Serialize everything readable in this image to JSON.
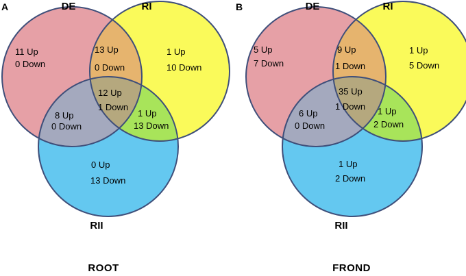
{
  "colors": {
    "circle_stroke": "#3f4f7a",
    "fill_de": "#e6a0a6",
    "fill_ri": "#fafa5a",
    "fill_rii": "#64c8f0"
  },
  "panels": [
    {
      "letter": "A",
      "caption": "ROOT",
      "sets": {
        "de": "DE",
        "ri": "RI",
        "rii": "RII"
      },
      "regions": {
        "de_only": {
          "up": "11 Up",
          "down": "0 Down"
        },
        "de_ri": {
          "up": "13 Up",
          "down": "0 Down"
        },
        "ri_only": {
          "up": "1 Up",
          "down": "10  Down"
        },
        "all": {
          "up": "12 Up",
          "down": "1 Down"
        },
        "de_rii": {
          "up": "8  Up",
          "down": "0  Down"
        },
        "ri_rii": {
          "up": "1  Up",
          "down": "13  Down"
        },
        "rii_only": {
          "up": "0  Up",
          "down": "13  Down"
        }
      }
    },
    {
      "letter": "B",
      "caption": "FROND",
      "sets": {
        "de": "DE",
        "ri": "RI",
        "rii": "RII"
      },
      "regions": {
        "de_only": {
          "up": "5 Up",
          "down": "7 Down"
        },
        "de_ri": {
          "up": "9 Up",
          "down": "1 Down"
        },
        "ri_only": {
          "up": "1  Up",
          "down": "5  Down"
        },
        "all": {
          "up": "35 Up",
          "down": "1 Down"
        },
        "de_rii": {
          "up": "6  Up",
          "down": "0  Down"
        },
        "ri_rii": {
          "up": "1  Up",
          "down": "2  Down"
        },
        "rii_only": {
          "up": "1  Up",
          "down": "2  Down"
        }
      }
    }
  ]
}
